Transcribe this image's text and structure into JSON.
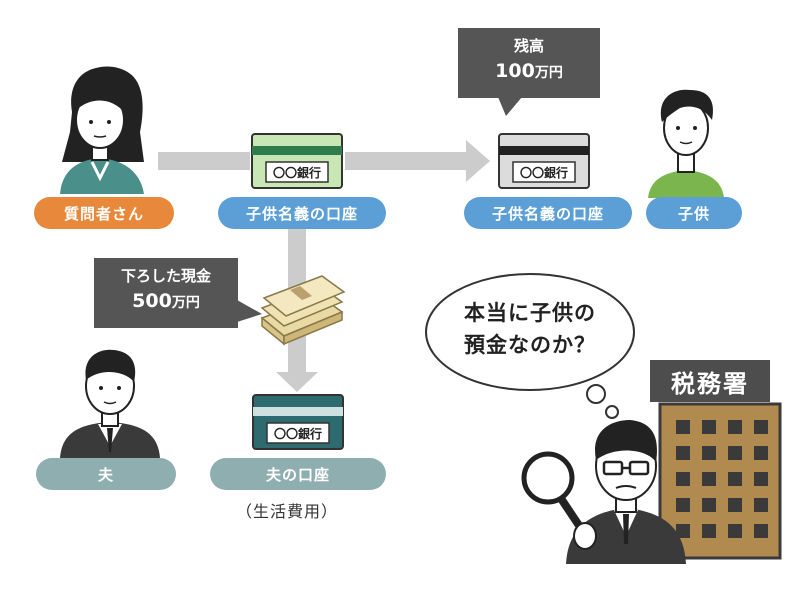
{
  "labels": {
    "questioner": "質問者さん",
    "child_account_left": "子供名義の口座",
    "child_account_right": "子供名義の口座",
    "child": "子供",
    "husband": "夫",
    "husband_account": "夫の口座",
    "living_expenses": "（生活費用）"
  },
  "callouts": {
    "balance": {
      "line1": "残高",
      "amount": "100",
      "unit": "万円"
    },
    "withdrawn": {
      "line1": "下ろした現金",
      "amount": "500",
      "unit": "万円"
    }
  },
  "cards": {
    "bank_name": "〇〇銀行",
    "bank_name_2": "〇〇銀行",
    "bank_name_3": "〇〇銀行"
  },
  "thought_bubble": {
    "line1": "本当に子供の",
    "line2": "預金なのか？"
  },
  "tax_office": {
    "sign": "税務署"
  },
  "colors": {
    "orange": "#e8883a",
    "blue": "#5b9fd6",
    "teal": "#8eaeb0",
    "arrow": "#cccccc",
    "green_card": "#c9e6b5",
    "dark_teal_card": "#2e6b70",
    "building": "#b08a4e"
  }
}
